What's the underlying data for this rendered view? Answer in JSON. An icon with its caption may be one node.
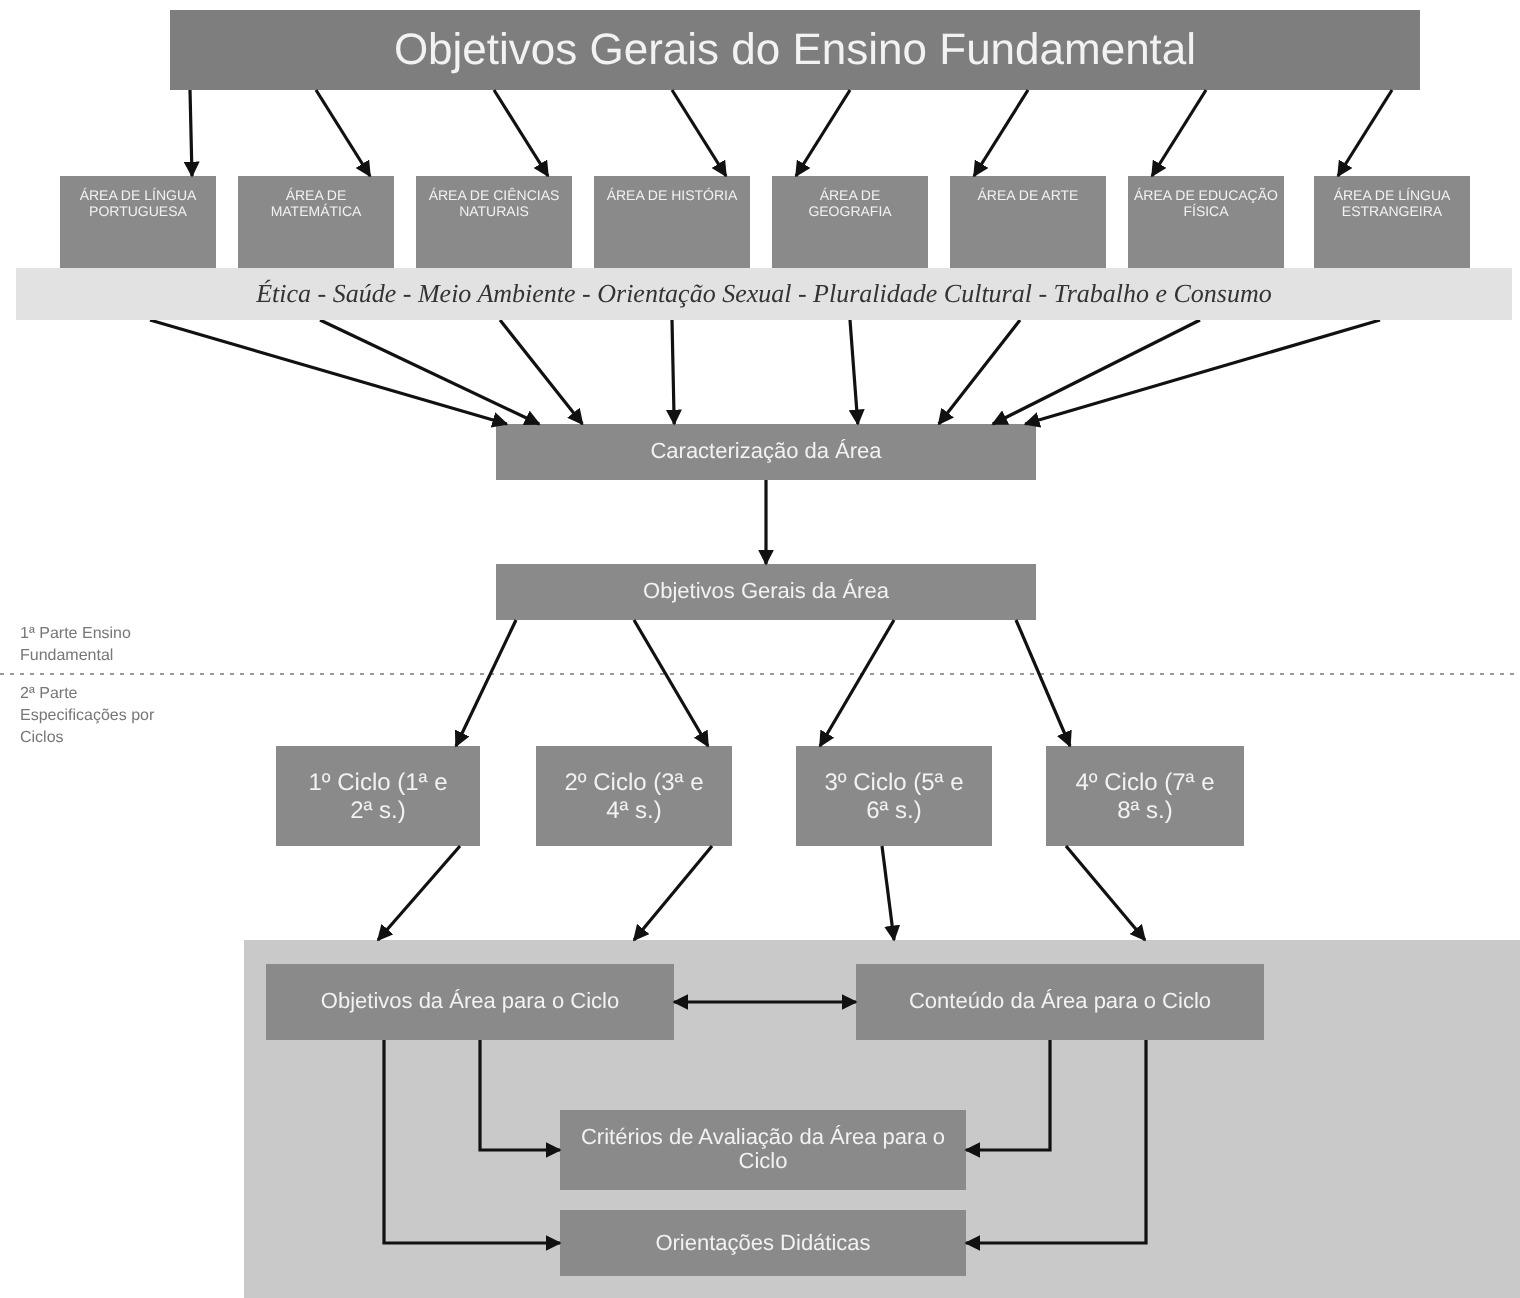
{
  "diagram": {
    "nodes": [
      {
        "text": [
          "Objetivos Gerais do Ensino Fundamental"
        ]
      },
      {
        "text": [
          "ÁREA DE LÍNGUA PORTUGUESA"
        ]
      },
      {
        "text": [
          "ÁREA DE MATEMÁTICA"
        ]
      },
      {
        "text": [
          "ÁREA DE CIÊNCIAS NATURAIS"
        ]
      },
      {
        "text": [
          "ÁREA DE HISTÓRIA"
        ]
      },
      {
        "text": [
          "ÁREA DE GEOGRAFIA"
        ]
      },
      {
        "text": [
          "ÁREA DE ARTE"
        ]
      },
      {
        "text": [
          "ÁREA DE EDUCAÇÃO FÍSICA"
        ]
      },
      {
        "text": [
          "ÁREA DE LÍNGUA ESTRANGEIRA"
        ]
      },
      {
        "text": [
          "Ética - Saúde - Meio Ambiente - Orientação Sexual - Pluralidade Cultural - Trabalho e Consumo"
        ]
      },
      {
        "text": [
          "Caracterização da Área"
        ]
      },
      {
        "text": [
          "Objetivos Gerais da Área"
        ]
      },
      {
        "text": [
          "1º Ciclo (1ª e 2ª s.)"
        ]
      },
      {
        "text": [
          "2º Ciclo (3ª e 4ª s.)"
        ]
      },
      {
        "text": [
          "3º Ciclo (5ª e 6ª s.)"
        ]
      },
      {
        "text": [
          "4º Ciclo (7ª e 8ª s.)"
        ]
      },
      {
        "text": [],
        "shape": "box"
      },
      {
        "text": [
          "Objetivos da Área para o Ciclo"
        ],
        "in": 16
      },
      {
        "text": [
          "Conteúdo da Área para o Ciclo"
        ],
        "in": 16
      },
      {
        "text": [
          "Critérios de Avaliação da Área para o Ciclo"
        ],
        "in": 16
      },
      {
        "text": [
          "Orientações Didáticas"
        ],
        "in": 16
      }
    ],
    "edges": [
      {
        "from": 0,
        "to": 1,
        "arrow": "to"
      },
      {
        "from": 0,
        "to": 2,
        "arrow": "to"
      },
      {
        "from": 0,
        "to": 3,
        "arrow": "to"
      },
      {
        "from": 0,
        "to": 4,
        "arrow": "to"
      },
      {
        "from": 0,
        "to": 5,
        "arrow": "to"
      },
      {
        "from": 0,
        "to": 6,
        "arrow": "to"
      },
      {
        "from": 0,
        "to": 7,
        "arrow": "to"
      },
      {
        "from": 0,
        "to": 8,
        "arrow": "to"
      },
      {
        "from": 9,
        "to": 10,
        "arrow": "to"
      },
      {
        "from": 9,
        "to": 10,
        "arrow": "to"
      },
      {
        "from": 9,
        "to": 10,
        "arrow": "to"
      },
      {
        "from": 9,
        "to": 10,
        "arrow": "to"
      },
      {
        "from": 9,
        "to": 10,
        "arrow": "to"
      },
      {
        "from": 9,
        "to": 10,
        "arrow": "to"
      },
      {
        "from": 9,
        "to": 10,
        "arrow": "to"
      },
      {
        "from": 9,
        "to": 10,
        "arrow": "to"
      },
      {
        "from": 10,
        "to": 11,
        "arrow": "to"
      },
      {
        "from": 11,
        "to": 12,
        "arrow": "to"
      },
      {
        "from": 11,
        "to": 13,
        "arrow": "to"
      },
      {
        "from": 11,
        "to": 14,
        "arrow": "to"
      },
      {
        "from": 11,
        "to": 15,
        "arrow": "to"
      },
      {
        "from": 12,
        "to": 16,
        "arrow": "to"
      },
      {
        "from": 13,
        "to": 16,
        "arrow": "to"
      },
      {
        "from": 14,
        "to": 16,
        "arrow": "to"
      },
      {
        "from": 15,
        "to": 16,
        "arrow": "to"
      },
      {
        "from": 17,
        "to": 18,
        "arrow": "both"
      },
      {
        "from": 17,
        "to": 19,
        "arrow": "to"
      },
      {
        "from": 17,
        "to": 20,
        "arrow": "to"
      },
      {
        "from": 18,
        "to": 19,
        "arrow": "to"
      },
      {
        "from": 18,
        "to": 20,
        "arrow": "to"
      }
    ],
    "labels": [
      "1ª Parte Ensino Fundamental",
      "2ª Parte Especificações por Ciclos"
    ]
  }
}
